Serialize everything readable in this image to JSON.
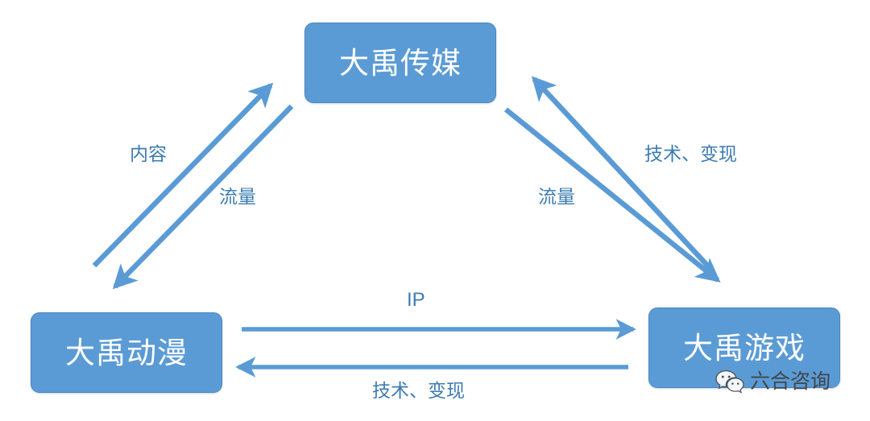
{
  "diagram": {
    "type": "cycle-relationship",
    "background_color": "#ffffff",
    "accent_color": "#5B9BD5",
    "label_color": "#3E7CB1",
    "nodes": [
      {
        "id": "media",
        "label": "大禹传媒",
        "position": "top"
      },
      {
        "id": "anime",
        "label": "大禹动漫",
        "position": "bottom-left"
      },
      {
        "id": "game",
        "label": "大禹游戏",
        "position": "bottom-right"
      }
    ],
    "edges": [
      {
        "id": "anime-to-media",
        "label": "内容",
        "from": "大禹动漫",
        "to": "大禹传媒",
        "direction": "up-right"
      },
      {
        "id": "media-to-anime",
        "label": "流量",
        "from": "大禹传媒",
        "to": "大禹动漫",
        "direction": "down-left"
      },
      {
        "id": "game-to-media",
        "label": "技术、变现",
        "from": "大禹游戏",
        "to": "大禹传媒",
        "direction": "up-left"
      },
      {
        "id": "media-to-game",
        "label": "流量",
        "from": "大禹传媒",
        "to": "大禹游戏",
        "direction": "down-right"
      },
      {
        "id": "anime-to-game",
        "label": "IP",
        "from": "大禹动漫",
        "to": "大禹游戏",
        "direction": "right"
      },
      {
        "id": "game-to-anime",
        "label": "技术、变现",
        "from": "大禹游戏",
        "to": "大禹动漫",
        "direction": "left"
      }
    ]
  },
  "watermark": {
    "icon": "wechat-icon",
    "text": "六合咨询"
  }
}
